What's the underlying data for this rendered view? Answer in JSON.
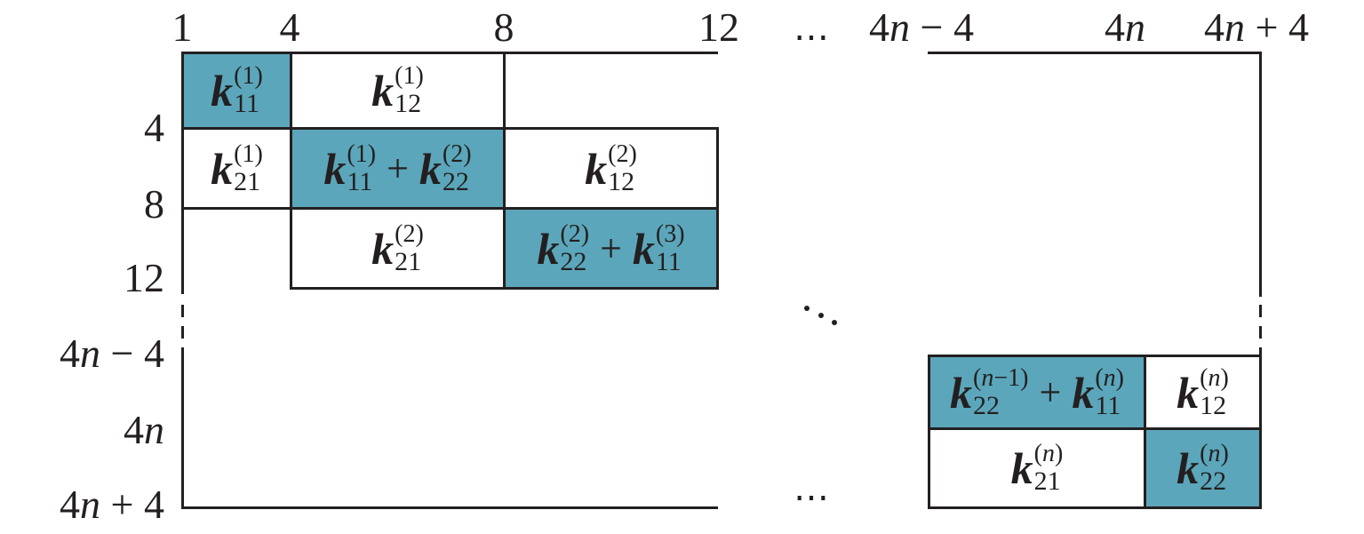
{
  "title": "Assembly of global stiffness matrix from element stiffness sub-blocks",
  "colors": {
    "diagonal_fill": "#5ba6ba",
    "line": "#231f20",
    "background": "#ffffff"
  },
  "column_labels": {
    "c1": "1",
    "c4": "4",
    "c8": "8",
    "c12": "12",
    "ellipsis": "⋯",
    "c4n_minus_4": {
      "pre": "4",
      "var": "n",
      "post": " − 4"
    },
    "c4n": {
      "pre": "4",
      "var": "n",
      "post": ""
    },
    "c4n_plus_4": {
      "pre": "4",
      "var": "n",
      "post": " + 4"
    }
  },
  "row_labels": {
    "r4": "4",
    "r8": "8",
    "r12": "12",
    "r4n_minus_4": {
      "pre": "4",
      "var": "n",
      "post": " − 4"
    },
    "r4n": {
      "pre": "4",
      "var": "n",
      "post": ""
    },
    "r4n_plus_4": {
      "pre": "4",
      "var": "n",
      "post": " + 4"
    }
  },
  "diagonal_ellipsis": "⋱",
  "bottom_ellipsis": "⋯",
  "cells": [
    {
      "id": "k11_1",
      "diagonal": true,
      "terms": [
        {
          "sym": "k",
          "sup": "(1)",
          "sub": "11"
        }
      ]
    },
    {
      "id": "k12_1",
      "diagonal": false,
      "terms": [
        {
          "sym": "k",
          "sup": "(1)",
          "sub": "12"
        }
      ]
    },
    {
      "id": "k21_1",
      "diagonal": false,
      "terms": [
        {
          "sym": "k",
          "sup": "(1)",
          "sub": "21"
        }
      ]
    },
    {
      "id": "k11_1_plus_k22_2",
      "diagonal": true,
      "terms": [
        {
          "sym": "k",
          "sup": "(1)",
          "sub": "11"
        },
        {
          "sym": "k",
          "sup": "(2)",
          "sub": "22"
        }
      ]
    },
    {
      "id": "k12_2",
      "diagonal": false,
      "terms": [
        {
          "sym": "k",
          "sup": "(2)",
          "sub": "12"
        }
      ]
    },
    {
      "id": "k21_2",
      "diagonal": false,
      "terms": [
        {
          "sym": "k",
          "sup": "(2)",
          "sub": "21"
        }
      ]
    },
    {
      "id": "k22_2_plus_k11_3",
      "diagonal": true,
      "terms": [
        {
          "sym": "k",
          "sup": "(2)",
          "sub": "22"
        },
        {
          "sym": "k",
          "sup": "(3)",
          "sub": "11"
        }
      ]
    },
    {
      "id": "k22_nm1_plus_k11_n",
      "diagonal": true,
      "terms": [
        {
          "sym": "k",
          "sup": "(n−1)",
          "sub": "22"
        },
        {
          "sym": "k",
          "sup": "(n)",
          "sub": "11"
        }
      ]
    },
    {
      "id": "k12_n",
      "diagonal": false,
      "terms": [
        {
          "sym": "k",
          "sup": "(n)",
          "sub": "12"
        }
      ]
    },
    {
      "id": "k21_n",
      "diagonal": false,
      "terms": [
        {
          "sym": "k",
          "sup": "(n)",
          "sub": "21"
        }
      ]
    },
    {
      "id": "k22_n",
      "diagonal": true,
      "terms": [
        {
          "sym": "k",
          "sup": "(n)",
          "sub": "22"
        }
      ]
    }
  ],
  "plus_sign": "+"
}
